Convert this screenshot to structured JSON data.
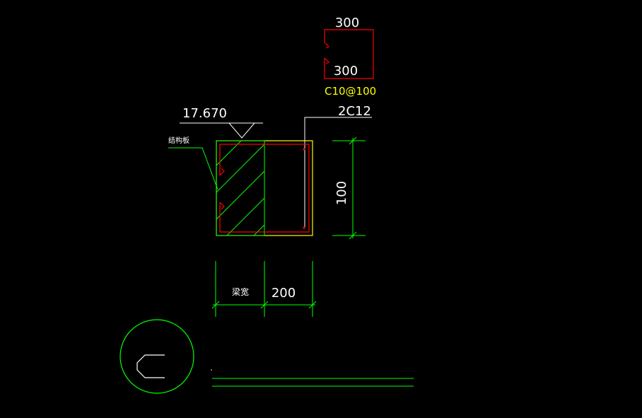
{
  "colors": {
    "background": "#000000",
    "white": "#ffffff",
    "green": "#00ff00",
    "red": "#ff0000",
    "yellow": "#ffff00"
  },
  "stirrup_detail": {
    "dim_top": "300",
    "dim_bottom": "300",
    "spacing_label": "C10@100"
  },
  "section": {
    "elevation": "17.670",
    "rebar_label": "2C12",
    "structural_slab_label": "结构板",
    "height_dim": "100",
    "beam_width_label": "梁宽",
    "width_dim": "200"
  },
  "hook_detail_icon": "c-hook-icon"
}
